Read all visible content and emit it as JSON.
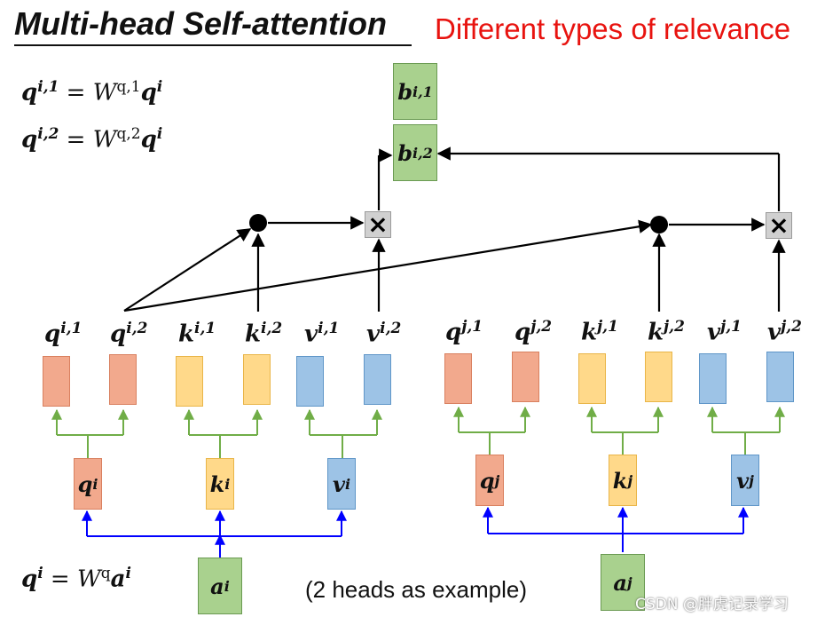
{
  "header": {
    "title": "Multi-head Self-attention",
    "subtitle": "Different types of relevance"
  },
  "equations": {
    "qi1": {
      "lhs": "q",
      "lhs_sup": "i,1",
      "w": "W",
      "w_sup": "q,1",
      "rhs": "q",
      "rhs_sup": "i"
    },
    "qi2": {
      "lhs": "q",
      "lhs_sup": "i,2",
      "w": "W",
      "w_sup": "q,2",
      "rhs": "q",
      "rhs_sup": "i"
    },
    "qi": {
      "lhs": "q",
      "lhs_sup": "i",
      "w": "W",
      "w_sup": "q",
      "rhs": "a",
      "rhs_sup": "i"
    }
  },
  "outputs": [
    {
      "base": "b",
      "sup": "i,1"
    },
    {
      "base": "b",
      "sup": "i,2"
    }
  ],
  "head_labels": {
    "i": [
      {
        "base": "q",
        "sup": "i,1"
      },
      {
        "base": "q",
        "sup": "i,2"
      },
      {
        "base": "k",
        "sup": "i,1"
      },
      {
        "base": "k",
        "sup": "i,2"
      },
      {
        "base": "v",
        "sup": "i,1"
      },
      {
        "base": "v",
        "sup": "i,2"
      }
    ],
    "j": [
      {
        "base": "q",
        "sup": "j,1"
      },
      {
        "base": "q",
        "sup": "j,2"
      },
      {
        "base": "k",
        "sup": "j,1"
      },
      {
        "base": "k",
        "sup": "j,2"
      },
      {
        "base": "v",
        "sup": "j,1"
      },
      {
        "base": "v",
        "sup": "j,2"
      }
    ]
  },
  "projections": {
    "i": [
      {
        "base": "q",
        "sup": "i"
      },
      {
        "base": "k",
        "sup": "i"
      },
      {
        "base": "v",
        "sup": "i"
      }
    ],
    "j": [
      {
        "base": "q",
        "sup": "j"
      },
      {
        "base": "k",
        "sup": "j"
      },
      {
        "base": "v",
        "sup": "j"
      }
    ]
  },
  "inputs": {
    "i": {
      "base": "a",
      "sup": "i"
    },
    "j": {
      "base": "a",
      "sup": "j"
    }
  },
  "operators": {
    "multiply": "×"
  },
  "caption": "(2 heads as example)",
  "watermark": "CSDN @胖虎记录学习",
  "colors": {
    "query": "#f2a98d",
    "key": "#ffd98a",
    "value": "#9dc3e6",
    "output": "#a9d18e",
    "split_arrow": "#70ad47",
    "input_arrow": "#0000ff",
    "subtitle": "#e8130f"
  }
}
